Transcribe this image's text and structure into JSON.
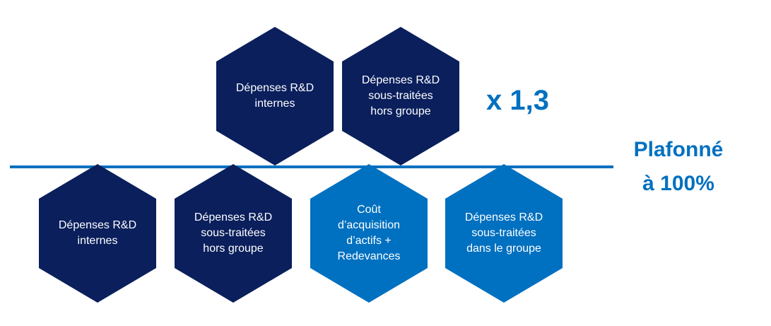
{
  "colors": {
    "dark_hex": "#0a1f5c",
    "light_hex": "#0070c0",
    "accent_text": "#0070c0",
    "divider": "#0070c0"
  },
  "top_row": [
    {
      "label": "Dépenses R&D\ninternes",
      "style": "dark"
    },
    {
      "label": "Dépenses R&D\nsous-traitées\nhors groupe",
      "style": "dark"
    }
  ],
  "multiplier": "x 1,3",
  "cap_label": "Plafonné\nà 100%",
  "bottom_row": [
    {
      "label": "Dépenses R&D\ninternes",
      "style": "dark"
    },
    {
      "label": "Dépenses R&D\nsous-traitées\nhors groupe",
      "style": "dark"
    },
    {
      "label": "Coût\nd’acquisition\nd’actifs +\nRedevances",
      "style": "light"
    },
    {
      "label": "Dépenses R&D\nsous-traitées\ndans le groupe",
      "style": "light"
    }
  ]
}
